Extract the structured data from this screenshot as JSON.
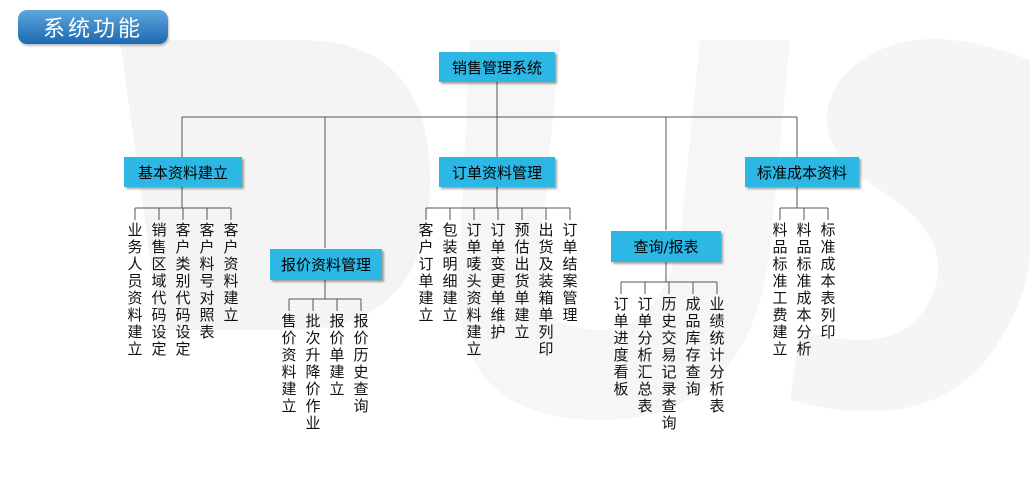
{
  "header": {
    "title": "系统功能"
  },
  "diagram": {
    "root": "销售管理系统",
    "branches": [
      {
        "label": "基本资料建立",
        "items": [
          "业务人员资料建立",
          "销售区域代码设定",
          "客户类别代码设定",
          "客户料号对照表",
          "客户资料建立"
        ]
      },
      {
        "label": "报价资料管理",
        "items": [
          "售价资料建立",
          "批次升降价作业",
          "报价单建立",
          "报价历史查询"
        ]
      },
      {
        "label": "订单资料管理",
        "items": [
          "客户订单建立",
          "包装明细建立",
          "订单唛头资料建立",
          "订单变更单维护",
          "预估出货单建立",
          "出货及装箱单列印",
          "订单结案管理"
        ]
      },
      {
        "label": "查询/报表",
        "items": [
          "订单进度看板",
          "订单分析汇总表",
          "历史交易记录查询",
          "成品库存查询",
          "业绩统计分析表"
        ]
      },
      {
        "label": "标准成本资料",
        "items": [
          "料品标准工费建立",
          "料品标准成本分析",
          "标准成本表列印"
        ]
      }
    ]
  }
}
